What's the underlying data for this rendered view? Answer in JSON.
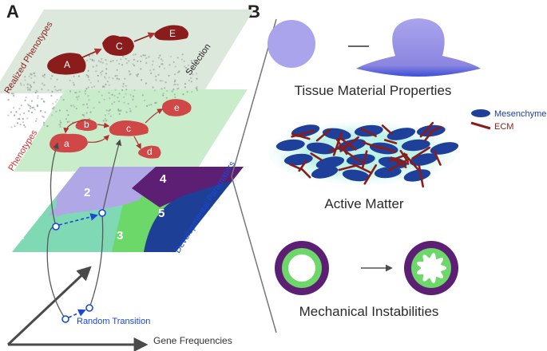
{
  "panels": {
    "a": "A",
    "b": "B"
  },
  "left": {
    "realized_label": "Realized Phenotypes",
    "selection_label": "Selection",
    "phenotypes_label": "Phenotypes",
    "developmental_label": "Developmental Paramaters",
    "random_label": "Random Transition",
    "gene_label": "Gene Frequencies",
    "realized_nodes": [
      "A",
      "C",
      "E"
    ],
    "phenotype_nodes": [
      "a",
      "b",
      "c",
      "d",
      "e"
    ],
    "regions": [
      "1",
      "2",
      "3",
      "4",
      "5"
    ]
  },
  "right": {
    "tissue_caption": "Tissue Material Properties",
    "active_caption": "Active Matter",
    "legend": [
      "Mesenchyme",
      "ECM"
    ],
    "mechanical_caption": "Mechanical Instabilities"
  },
  "colors": {
    "realized_plane": "#dce8dc",
    "phenotype_plane": "#c9eccb",
    "red_shape": "#8b1c1c",
    "pink_shape": "#cf4747",
    "region_1": "#7fd9b4",
    "region_2": "#b0a8e6",
    "region_3": "#6cd86a",
    "region_4": "#5c1f73",
    "region_5": "#1e3f96",
    "blue": "#1a47d4",
    "tissue": "#a9a4ec",
    "mesenchyme": "#1e3f9a",
    "ecm": "#8b1c1c",
    "ring_outer": "#5c1f73",
    "ring_inner": "#6cd86a"
  }
}
